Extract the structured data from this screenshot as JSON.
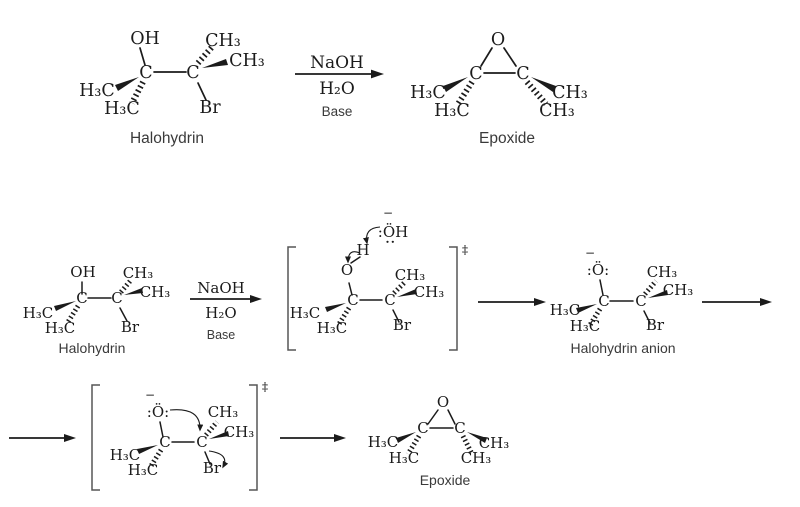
{
  "scheme": {
    "background": "#ffffff",
    "ink": "#1b1b1b",
    "bracket_color": "#565656",
    "caption_color": "#3a3a3a"
  },
  "atoms": {
    "oh": "OH",
    "o": "O",
    "c": "C",
    "h": "H",
    "br": "Br",
    "methyl_l": "H₃C",
    "methyl_r": "CH₃"
  },
  "ions": {
    "hydroxide": ":ÖH",
    "alkoxide": ":Ö:",
    "charge_minus": "−"
  },
  "symbols": {
    "transition_state": "‡"
  },
  "conditions": {
    "reagent": "NaOH",
    "solvent": "H₂O",
    "note": "Base"
  },
  "captions": {
    "reactant": "Halohydrin",
    "product": "Epoxide",
    "anion": "Halohydrin anion"
  }
}
